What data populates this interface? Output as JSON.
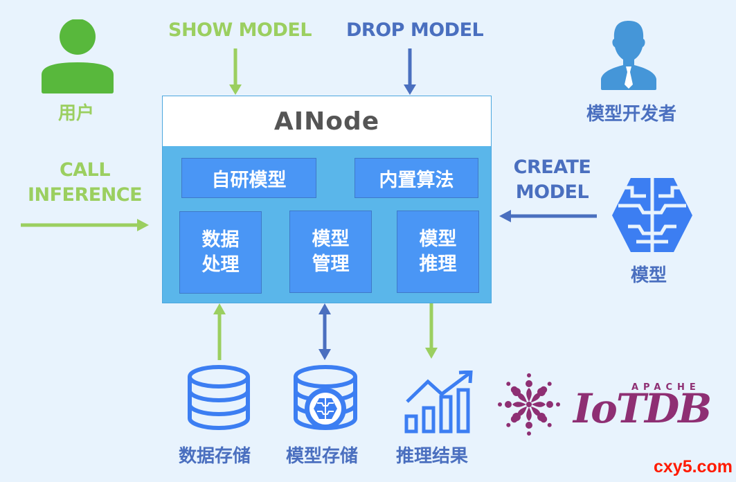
{
  "actors": {
    "user": {
      "label": "用户",
      "icon": "user-icon",
      "color": "#58b83c"
    },
    "developer": {
      "label": "模型开发者",
      "icon": "developer-icon",
      "color": "#4596d8"
    },
    "model": {
      "label": "模型",
      "icon": "brain-icon",
      "color": "#3c7ef2"
    }
  },
  "operations": {
    "show_model": "SHOW MODEL",
    "drop_model": "DROP MODEL",
    "call_inference_line1": "CALL",
    "call_inference_line2": "INFERENCE",
    "create_model_line1": "CREATE",
    "create_model_line2": "MODEL"
  },
  "ainode": {
    "title": "AINode",
    "modules_top": [
      "自研模型",
      "内置算法"
    ],
    "modules_bottom": [
      {
        "line1": "数据",
        "line2": "处理"
      },
      {
        "line1": "模型",
        "line2": "管理"
      },
      {
        "line1": "模型",
        "line2": "推理"
      }
    ]
  },
  "storage": {
    "data_storage": {
      "label": "数据存储",
      "icon": "database-icon"
    },
    "model_storage": {
      "label": "模型存储",
      "icon": "model-database-icon"
    },
    "inference_result": {
      "label": "推理结果",
      "icon": "growth-chart-icon"
    }
  },
  "logo": {
    "small_text": "APACHE",
    "main_text": "IoTDB",
    "color": "#8e2f73"
  },
  "watermark": "cxy5.com",
  "colors": {
    "green": "#9bcf60",
    "blue": "#4a6fbf",
    "background": "#e8f3fd"
  }
}
